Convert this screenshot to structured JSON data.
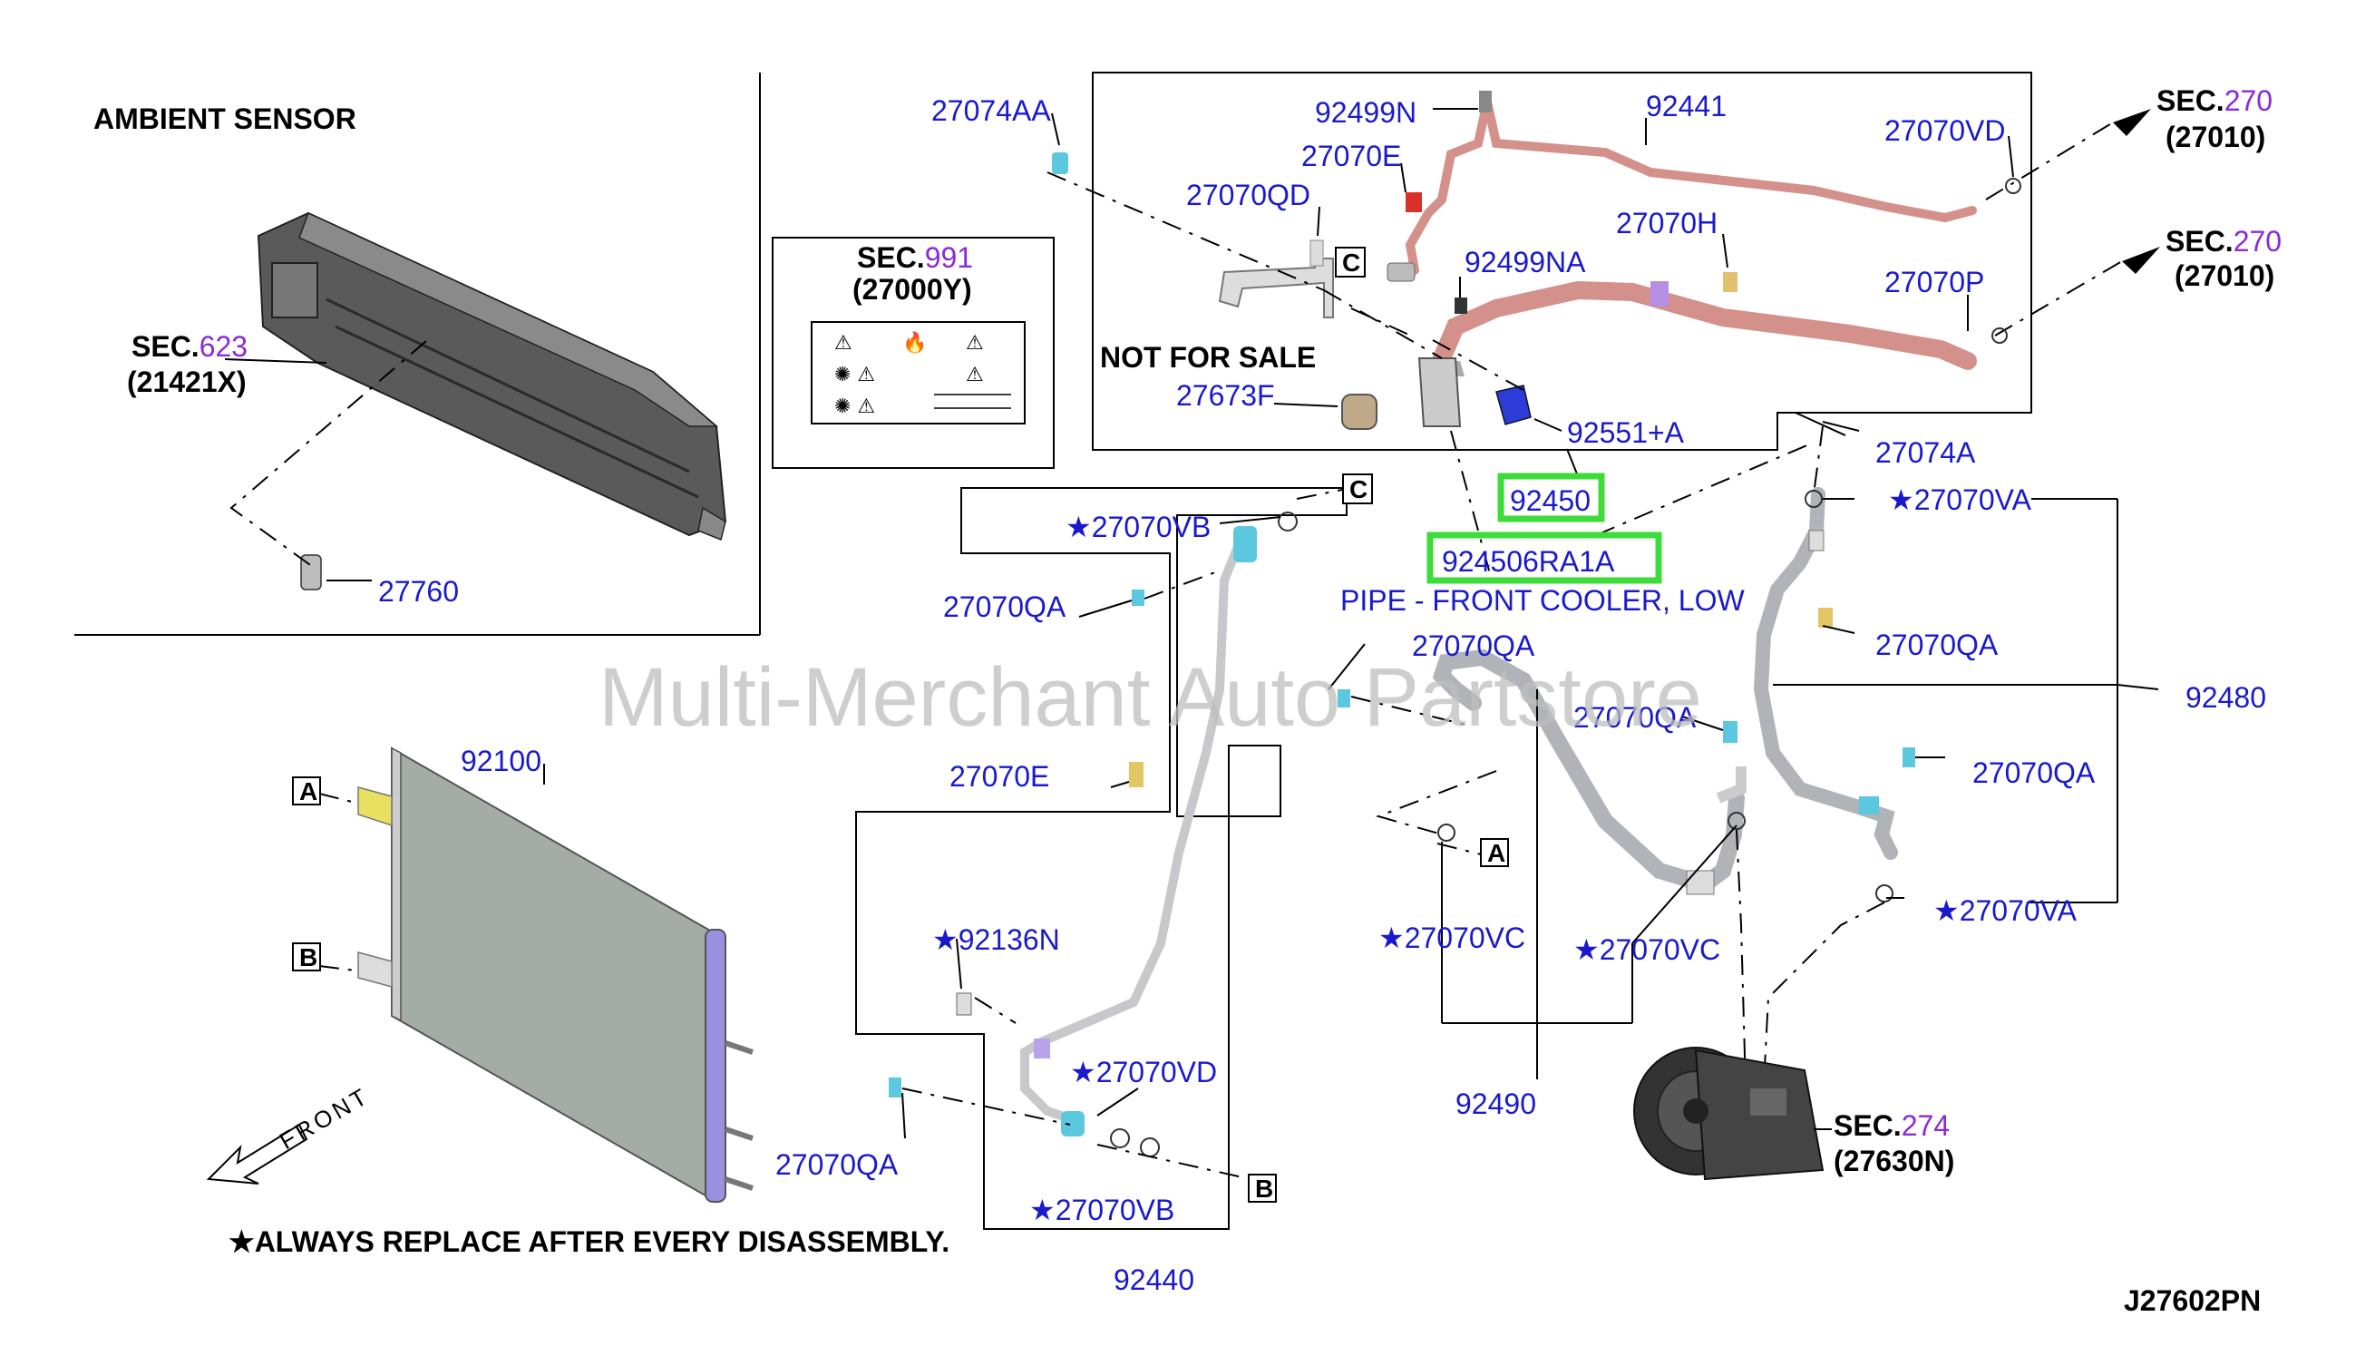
{
  "sections": {
    "ambient": "AMBIENT SENSOR",
    "not_for_sale": "NOT FOR SALE",
    "footnote": "★ALWAYS REPLACE AFTER EVERY DISASSEMBLY.",
    "diagram_code": "J27602PN",
    "highlight_desc": "PIPE - FRONT COOLER, LOW",
    "watermark": "Multi-Merchant Auto Partstore",
    "front": "FRONT"
  },
  "sec_refs": {
    "sec623": {
      "prefix": "SEC.",
      "num": "623",
      "code": "(21421X)"
    },
    "sec991": {
      "prefix": "SEC.",
      "num": "991",
      "code": "(27000Y)"
    },
    "sec270a": {
      "prefix": "SEC.",
      "num": "270",
      "code": "(27010)"
    },
    "sec270b": {
      "prefix": "SEC.",
      "num": "270",
      "code": "(27010)"
    },
    "sec274": {
      "prefix": "SEC.",
      "num": "274",
      "code": "(27630N)"
    }
  },
  "tags": {
    "a": "A",
    "b": "B",
    "c": "C"
  },
  "highlight": {
    "p1": "92450",
    "p2": "924506RA1A"
  },
  "parts": {
    "p27760": "27760",
    "p27074AA": "27074AA",
    "p92499N": "92499N",
    "p92441": "92441",
    "p27070VD_top": "27070VD",
    "p27070E_top": "27070E",
    "p27070QD": "27070QD",
    "p27070H": "27070H",
    "p92499NA": "92499NA",
    "p27070P": "27070P",
    "p27673F": "27673F",
    "p92551A": "92551+A",
    "p27074A": "27074A",
    "p27070VB_top": "★27070VB",
    "p27070QA_l1": "27070QA",
    "p27070E_l": "27070E",
    "p92100": "92100",
    "p27070VA_top": "★27070VA",
    "p27070QA_r1": "27070QA",
    "p92480": "92480",
    "p27070QA_mid": "27070QA",
    "p27070QA_mid2": "27070QA",
    "p27070QA_r2": "27070QA",
    "p27070VA_bot": "★27070VA",
    "p27070VC_l": "★27070VC",
    "p27070VC_r": "★27070VC",
    "p92490": "92490",
    "p92136N": "★92136N",
    "p27070VD_bot": "★27070VD",
    "p27070QA_bot": "27070QA",
    "p27070VB_bot": "★27070VB",
    "p92440": "92440"
  },
  "colors": {
    "highlight": "#3ddc3a",
    "part_number": "#1a1acc",
    "sec_number": "#8a2bd6",
    "desc": "#1a6fe0"
  }
}
